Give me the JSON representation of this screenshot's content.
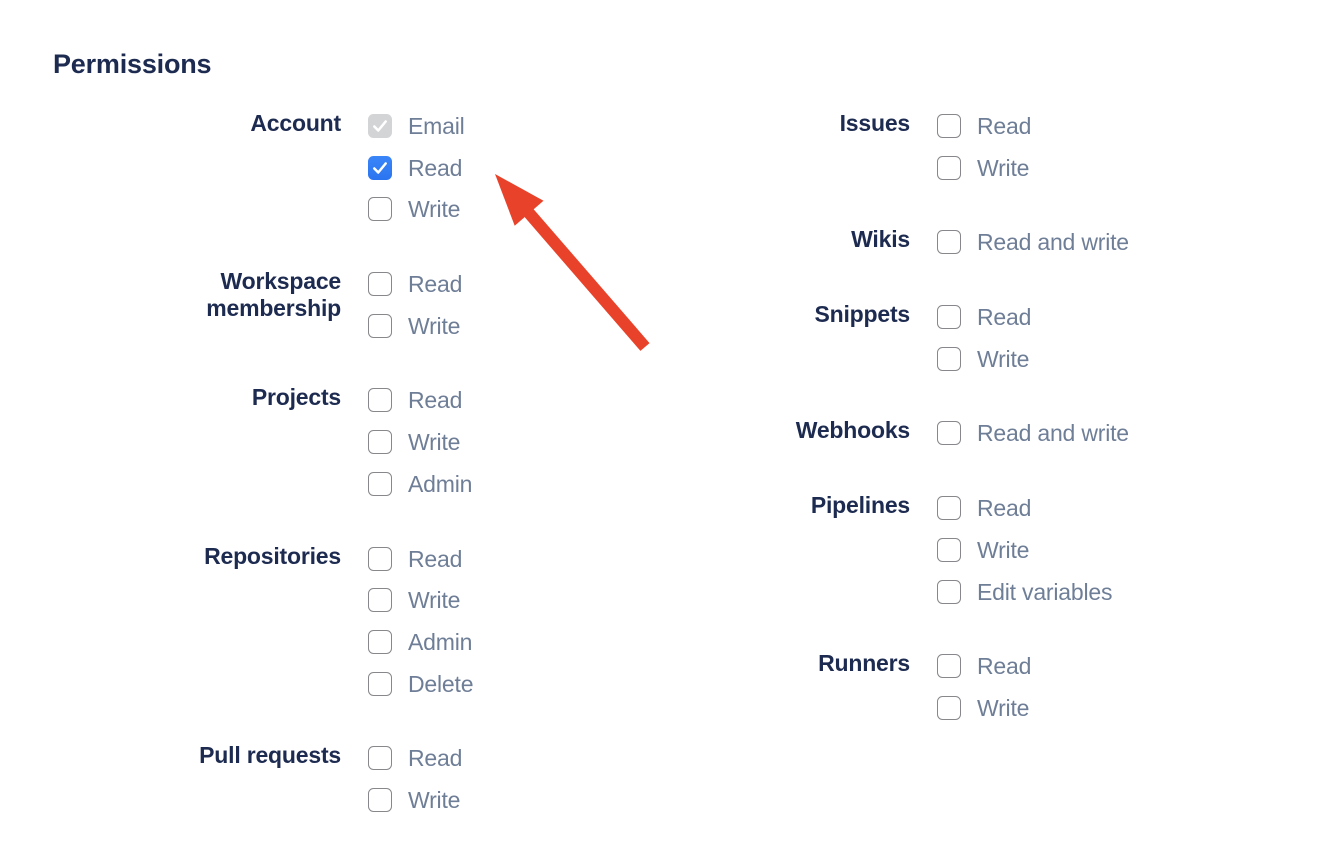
{
  "page": {
    "heading": "Permissions"
  },
  "columns": [
    {
      "groups": [
        {
          "label": "Account",
          "options": [
            {
              "label": "Email",
              "state": "checked-disabled"
            },
            {
              "label": "Read",
              "state": "checked"
            },
            {
              "label": "Write",
              "state": "unchecked"
            }
          ]
        },
        {
          "label": "Workspace\nmembership",
          "options": [
            {
              "label": "Read",
              "state": "unchecked"
            },
            {
              "label": "Write",
              "state": "unchecked"
            }
          ]
        },
        {
          "label": "Projects",
          "options": [
            {
              "label": "Read",
              "state": "unchecked"
            },
            {
              "label": "Write",
              "state": "unchecked"
            },
            {
              "label": "Admin",
              "state": "unchecked"
            }
          ]
        },
        {
          "label": "Repositories",
          "options": [
            {
              "label": "Read",
              "state": "unchecked"
            },
            {
              "label": "Write",
              "state": "unchecked"
            },
            {
              "label": "Admin",
              "state": "unchecked"
            },
            {
              "label": "Delete",
              "state": "unchecked"
            }
          ]
        },
        {
          "label": "Pull requests",
          "options": [
            {
              "label": "Read",
              "state": "unchecked"
            },
            {
              "label": "Write",
              "state": "unchecked"
            }
          ]
        }
      ]
    },
    {
      "groups": [
        {
          "label": "Issues",
          "options": [
            {
              "label": "Read",
              "state": "unchecked"
            },
            {
              "label": "Write",
              "state": "unchecked"
            }
          ]
        },
        {
          "label": "Wikis",
          "options": [
            {
              "label": "Read and write",
              "state": "unchecked"
            }
          ]
        },
        {
          "label": "Snippets",
          "options": [
            {
              "label": "Read",
              "state": "unchecked"
            },
            {
              "label": "Write",
              "state": "unchecked"
            }
          ]
        },
        {
          "label": "Webhooks",
          "options": [
            {
              "label": "Read and write",
              "state": "unchecked"
            }
          ]
        },
        {
          "label": "Pipelines",
          "options": [
            {
              "label": "Read",
              "state": "unchecked"
            },
            {
              "label": "Write",
              "state": "unchecked"
            },
            {
              "label": "Edit variables",
              "state": "unchecked"
            }
          ]
        },
        {
          "label": "Runners",
          "options": [
            {
              "label": "Read",
              "state": "unchecked"
            },
            {
              "label": "Write",
              "state": "unchecked"
            }
          ]
        }
      ]
    }
  ],
  "annotation": {
    "arrow_color": "#e8432a",
    "points_to": "Account Read checkbox"
  }
}
